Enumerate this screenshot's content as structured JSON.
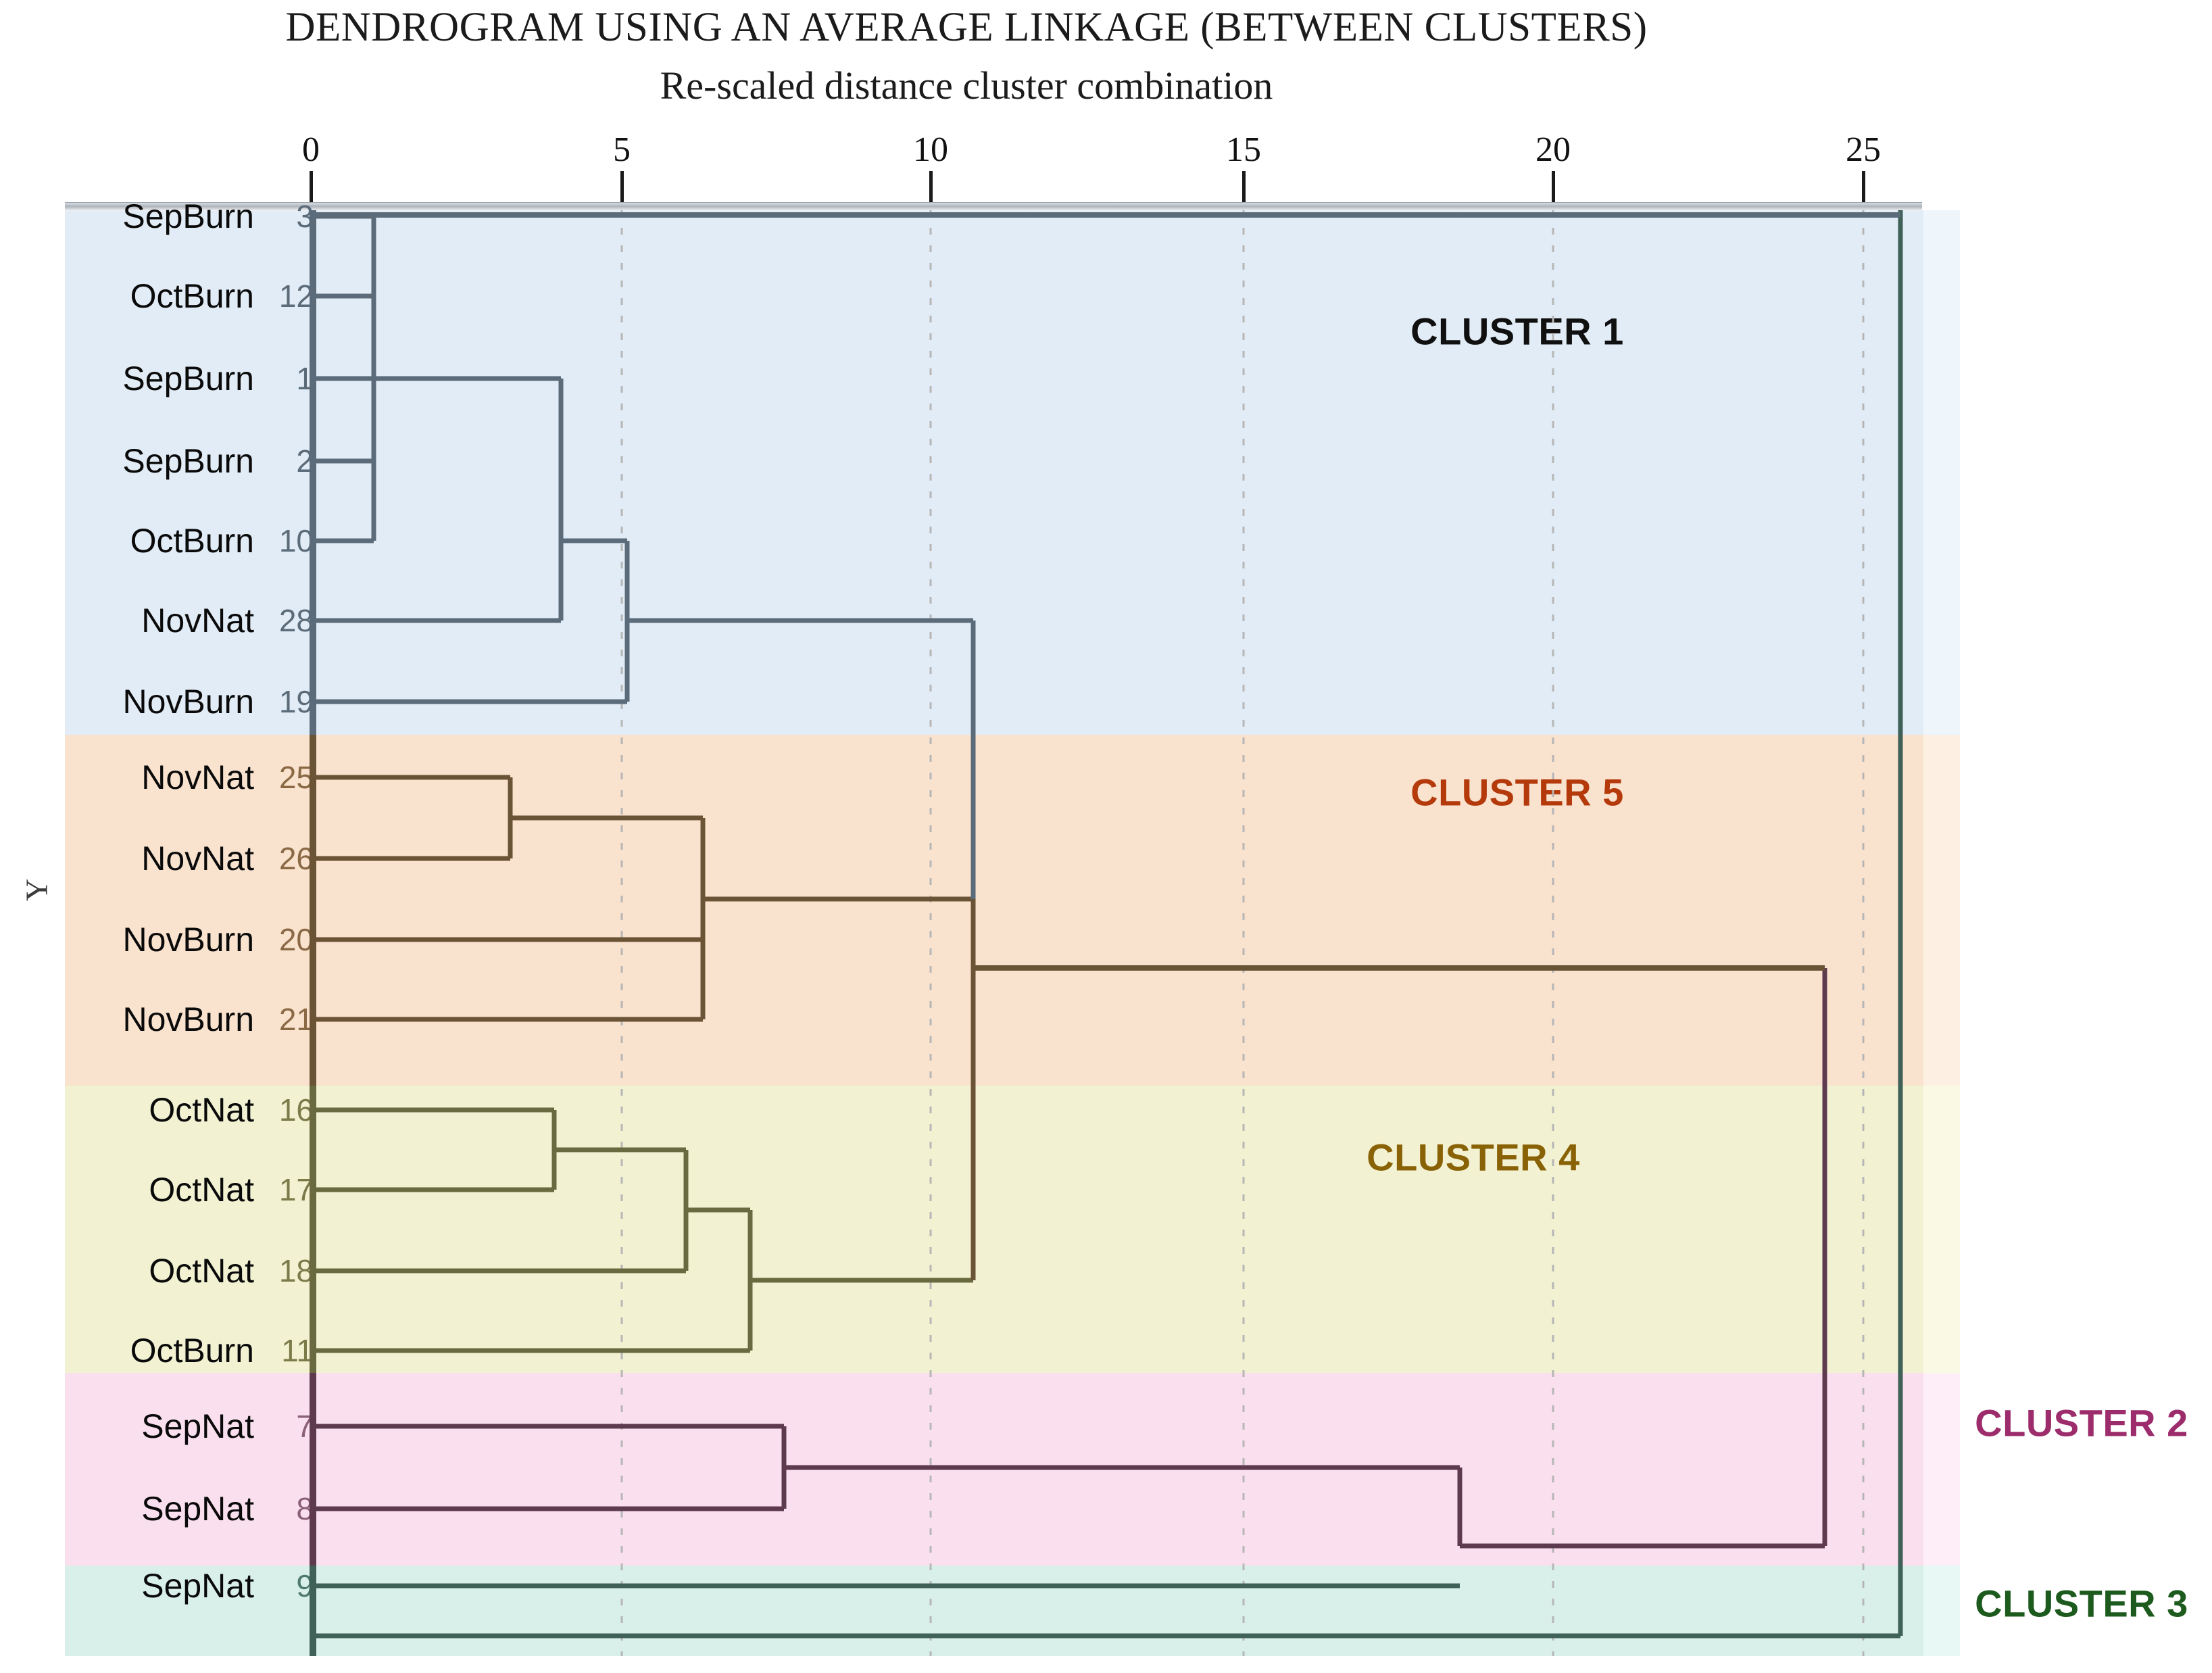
{
  "titles": {
    "main": "DENDROGRAM USING AN AVERAGE LINKAGE (BETWEEN CLUSTERS)",
    "subtitle": "Re-scaled distance cluster combination",
    "y_axis": "Y"
  },
  "axis": {
    "ticks": [
      "0",
      "5",
      "10",
      "15",
      "20",
      "25"
    ],
    "min": 0,
    "max": 25
  },
  "leaves": [
    {
      "name": "SepBurn",
      "num": "3"
    },
    {
      "name": "OctBurn",
      "num": "12"
    },
    {
      "name": "SepBurn",
      "num": "1"
    },
    {
      "name": "SepBurn",
      "num": "2"
    },
    {
      "name": "OctBurn",
      "num": "10"
    },
    {
      "name": "NovNat",
      "num": "28"
    },
    {
      "name": "NovBurn",
      "num": "19"
    },
    {
      "name": "NovNat",
      "num": "25"
    },
    {
      "name": "NovNat",
      "num": "26"
    },
    {
      "name": "NovBurn",
      "num": "20"
    },
    {
      "name": "NovBurn",
      "num": "21"
    },
    {
      "name": "OctNat",
      "num": "16"
    },
    {
      "name": "OctNat",
      "num": "17"
    },
    {
      "name": "OctNat",
      "num": "18"
    },
    {
      "name": "OctBurn",
      "num": "11"
    },
    {
      "name": "SepNat",
      "num": "7"
    },
    {
      "name": "SepNat",
      "num": "8"
    },
    {
      "name": "SepNat",
      "num": "9"
    }
  ],
  "clusters": [
    {
      "label": "CLUSTER 1",
      "color": "#101010",
      "band_color": "#e2ecf6",
      "line_color": "#5b6b79"
    },
    {
      "label": "CLUSTER 5",
      "color": "#b4390b",
      "band_color": "#f9e3cf",
      "line_color": "#6b5335"
    },
    {
      "label": "CLUSTER 4",
      "color": "#8a6206",
      "band_color": "#f2f2d3",
      "line_color": "#6a6a40"
    },
    {
      "label": "CLUSTER 2",
      "color": "#9c2c6b",
      "band_color": "#fae0ef",
      "line_color": "#5e3a4e"
    },
    {
      "label": "CLUSTER 3",
      "color": "#1d5a1d",
      "band_color": "#d9f0ea",
      "line_color": "#3f6158"
    }
  ],
  "chart_data": {
    "type": "dendrogram",
    "title": "DENDROGRAM USING AN AVERAGE LINKAGE (BETWEEN CLUSTERS)",
    "subtitle": "Re-scaled distance cluster combination",
    "xlabel": "Re-scaled distance cluster combination",
    "ylabel": "Y",
    "xlim": [
      0,
      26
    ],
    "xticks": [
      0,
      5,
      10,
      15,
      20,
      25
    ],
    "grid": "vertical-dashed",
    "leaf_order": [
      "3",
      "12",
      "1",
      "2",
      "10",
      "28",
      "19",
      "25",
      "26",
      "20",
      "21",
      "16",
      "17",
      "18",
      "11",
      "7",
      "8",
      "9"
    ],
    "leaf_labels": [
      "SepBurn 3",
      "OctBurn 12",
      "SepBurn 1",
      "SepBurn 2",
      "OctBurn 10",
      "NovNat 28",
      "NovBurn 19",
      "NovNat 25",
      "NovNat 26",
      "NovBurn 20",
      "NovBurn 21",
      "OctNat 16",
      "OctNat 17",
      "OctNat 18",
      "OctBurn 11",
      "SepNat 7",
      "SepNat 8",
      "SepNat 9"
    ],
    "merges": [
      {
        "id": "m1",
        "members": [
          "3",
          "12"
        ],
        "distance": 1.0,
        "cluster": 1
      },
      {
        "id": "m2",
        "members": [
          "2",
          "10"
        ],
        "distance": 1.0,
        "cluster": 1
      },
      {
        "id": "m3",
        "members": [
          "m1",
          "m2"
        ],
        "distance": 1.6,
        "cluster": 1
      },
      {
        "id": "m4",
        "members": [
          "1",
          "m3",
          "28"
        ],
        "distance": 4.5,
        "cluster": 1
      },
      {
        "id": "m5",
        "members": [
          "m4",
          "19"
        ],
        "distance": 5.0,
        "cluster": 1
      },
      {
        "id": "m6",
        "members": [
          "m5"
        ],
        "distance": 6.1,
        "cluster": 1
      },
      {
        "id": "m7",
        "members": [
          "25",
          "26"
        ],
        "distance": 3.2,
        "cluster": 5
      },
      {
        "id": "m8",
        "members": [
          "20",
          "21"
        ],
        "distance": 4.5,
        "cluster": 5
      },
      {
        "id": "m9",
        "members": [
          "m7",
          "m8"
        ],
        "distance": 5.3,
        "cluster": 5
      },
      {
        "id": "m10",
        "members": [
          "m9"
        ],
        "distance": 10.8,
        "cluster": 5
      },
      {
        "id": "m11",
        "members": [
          "16",
          "17"
        ],
        "distance": 3.8,
        "cluster": 4
      },
      {
        "id": "m12",
        "members": [
          "m11",
          "18"
        ],
        "distance": 4.9,
        "cluster": 4
      },
      {
        "id": "m13",
        "members": [
          "m12",
          "11"
        ],
        "distance": 5.5,
        "cluster": 4
      },
      {
        "id": "m14",
        "members": [
          "m13"
        ],
        "distance": 10.8,
        "cluster": 4
      },
      {
        "id": "m15",
        "members": [
          "7",
          "8"
        ],
        "distance": 5.3,
        "cluster": 2
      },
      {
        "id": "m16",
        "members": [
          "m15"
        ],
        "distance": 18.8,
        "cluster": 2
      },
      {
        "id": "m17",
        "members": [
          "m6",
          "m10",
          "m14"
        ],
        "distance": 10.8,
        "cluster": "1-5-4"
      },
      {
        "id": "m18",
        "members": [
          "m17",
          "m16"
        ],
        "distance": 24.5,
        "cluster": "root-a"
      },
      {
        "id": "root",
        "members": [
          "m18",
          "9"
        ],
        "distance": 25.7,
        "cluster": "root"
      }
    ],
    "cluster_membership": {
      "CLUSTER 1": [
        "SepBurn 3",
        "OctBurn 12",
        "SepBurn 1",
        "SepBurn 2",
        "OctBurn 10",
        "NovNat 28",
        "NovBurn 19"
      ],
      "CLUSTER 5": [
        "NovNat 25",
        "NovNat 26",
        "NovBurn 20",
        "NovBurn 21"
      ],
      "CLUSTER 4": [
        "OctNat 16",
        "OctNat 17",
        "OctNat 18",
        "OctBurn 11"
      ],
      "CLUSTER 2": [
        "SepNat 7",
        "SepNat 8"
      ],
      "CLUSTER 3": [
        "SepNat 9"
      ]
    }
  }
}
